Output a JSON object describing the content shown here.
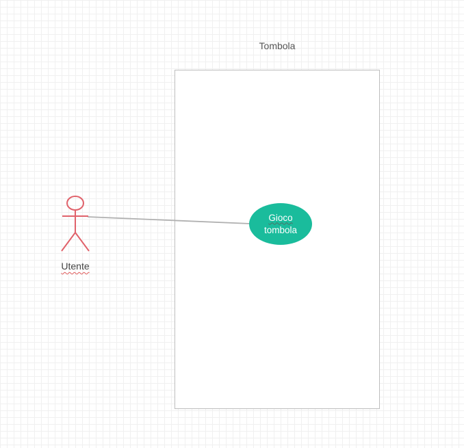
{
  "system": {
    "title": "Tombola"
  },
  "actor": {
    "name": "Utente",
    "color": "#e0616a"
  },
  "usecase": {
    "line1": "Gioco",
    "line2": "tombola",
    "color": "#1abc9c"
  },
  "association": {
    "from": "Utente",
    "to": "Gioco tombola",
    "color": "#b0b0b0"
  }
}
